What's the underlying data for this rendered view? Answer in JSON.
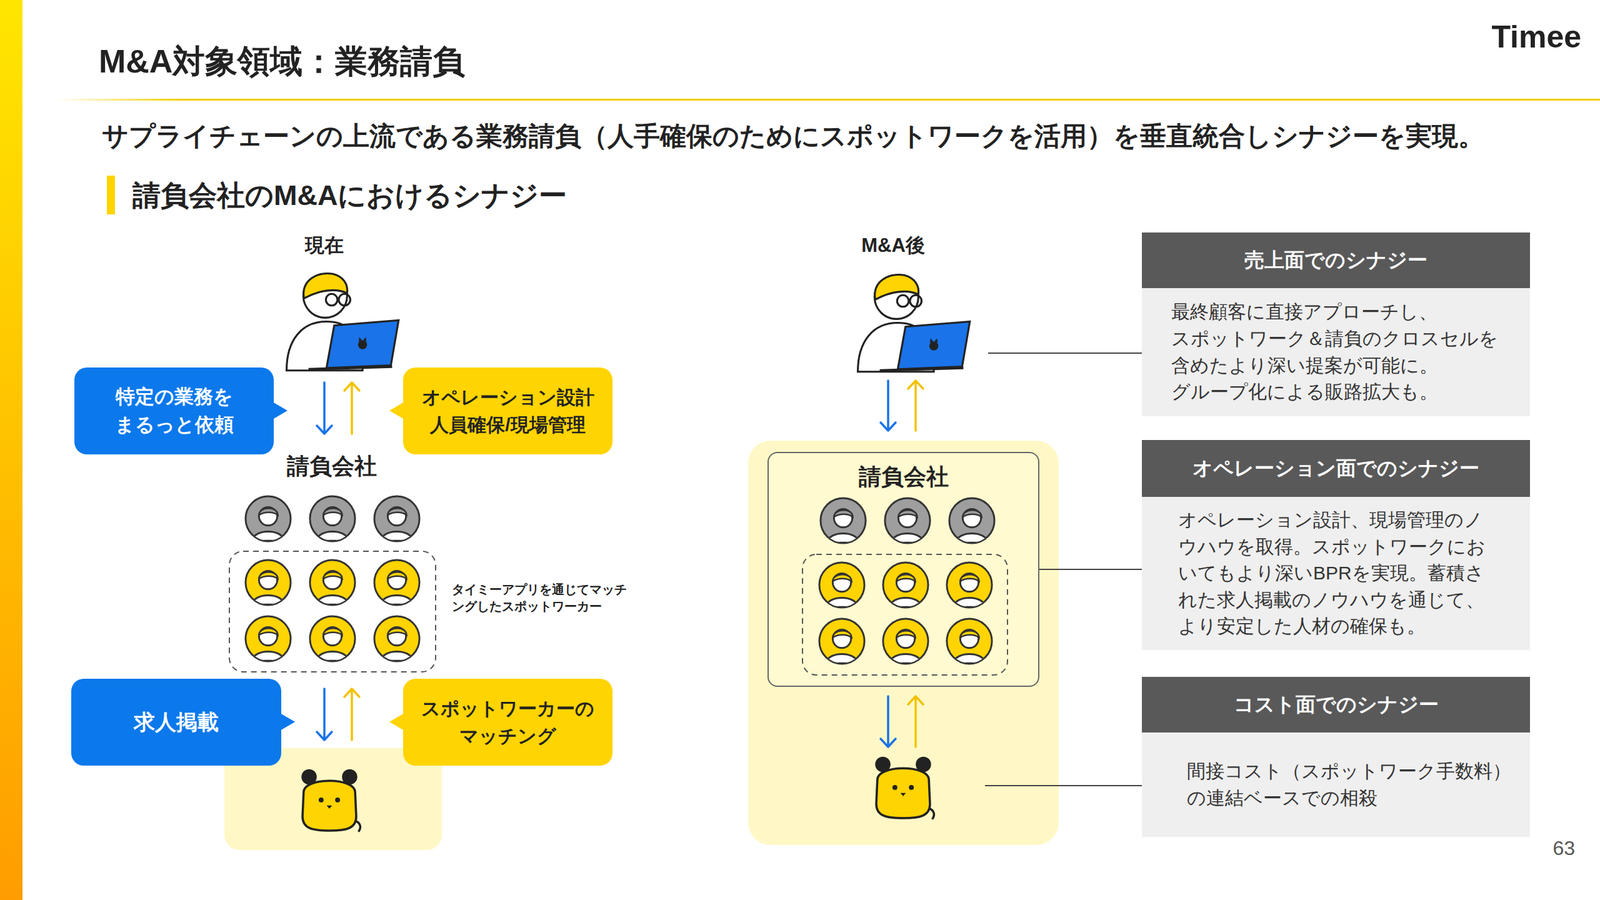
{
  "diagram": {
    "title": "M&A対象領域：業務請負",
    "nodes": [
      {
        "text": [
          "特定の業務を まるっと依頼"
        ]
      },
      {
        "text": [
          "オペレーション設計 人員確保/現場管理"
        ]
      },
      {
        "text": [
          "求人掲載"
        ]
      },
      {
        "text": [
          "スポットワーカーの マッチング"
        ]
      },
      {
        "text": [
          "請負会社"
        ]
      },
      {
        "text": [
          "売上面でのシナジー",
          "最終顧客に直接アプローチし、 スポットワーク＆請負のクロスセルを 含めたより深い提案が可能に。 グループ化による販路拡大も。"
        ]
      },
      {
        "text": [
          "オペレーション面でのシナジー",
          "オペレーション設計、現場管理のノウハウを取得。スポットワークにおいてもより深いBPRを実現。蓄積された求人掲載のノウハウを通じて、より安定した人材の確保も。"
        ]
      },
      {
        "text": [
          "コスト面でのシナジー",
          "間接コスト（スポットワーク手数料） の連結ベースでの相殺"
        ]
      }
    ],
    "edges": [
      {
        "from": 4,
        "to": 6,
        "arrow": "none"
      }
    ],
    "labels": [
      "Timee",
      "サプライチェーンの上流である業務請負（人手確保のためにスポットワークを活用）を垂直統合しシナジーを実現。",
      "請負会社のM&Aにおけるシナジー",
      "現在",
      "M&A後",
      "請負会社",
      "タイミーアプリを通じてマッチングしたスポットワーカー",
      "63"
    ]
  }
}
